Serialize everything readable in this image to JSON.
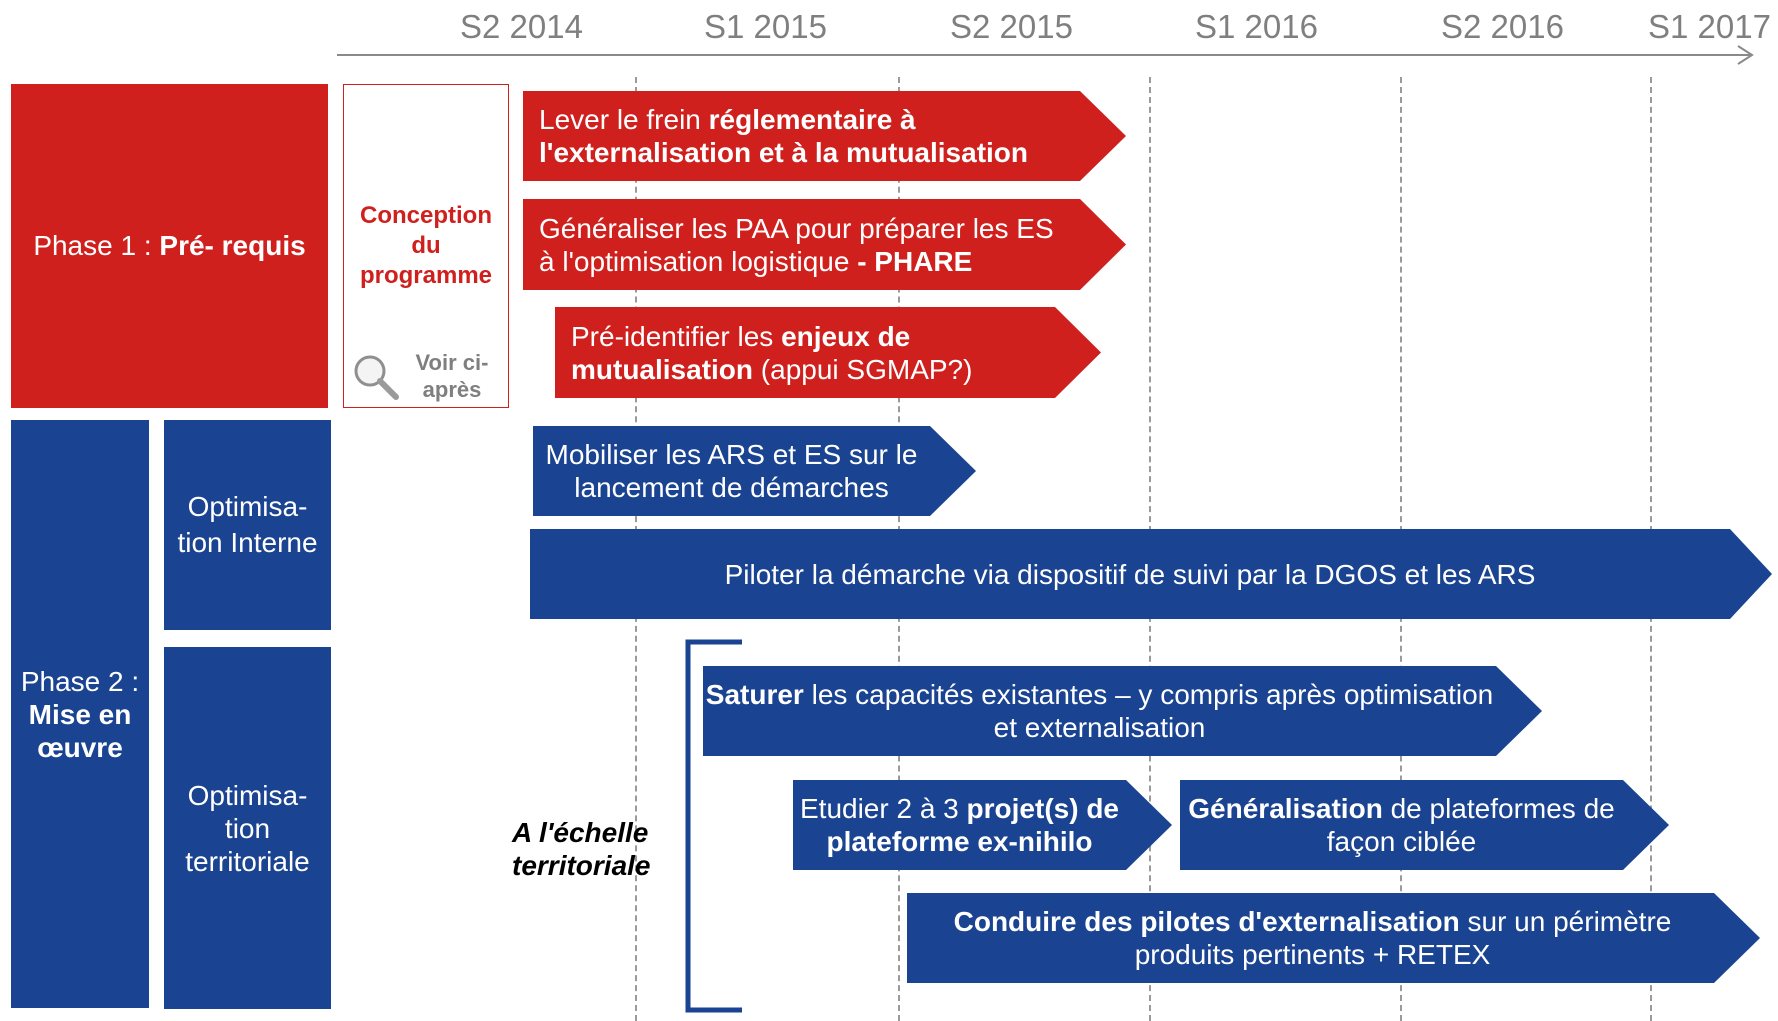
{
  "timeline": {
    "ticks": [
      "S2 2014",
      "S1 2015",
      "S2 2015",
      "S1 2016",
      "S2 2016",
      "S1 2017"
    ]
  },
  "phase1": {
    "prefix": "Phase 1 : ",
    "bold": "Pré- requis"
  },
  "conception": {
    "title": "Conception du programme",
    "link": "Voir ci-après",
    "icon": "magnifier-icon"
  },
  "phase2": {
    "prefix": "Phase 2 : ",
    "bold": "Mise en œuvre",
    "internal": "Optimisa-tion Interne",
    "territorial": "Optimisa-tion territoriale"
  },
  "territorial_note": "A l'échelle territoriale",
  "actions": {
    "a1": {
      "t1": "Lever le frein ",
      "b1": "réglementaire à l'externalisation et à la mutualisation"
    },
    "a2": {
      "t1": "Généraliser les PAA pour préparer les ES à l'optimisation logistique ",
      "b1": "- PHARE"
    },
    "a3": {
      "t1": "Pré-identifier les ",
      "b1": "enjeux de mutualisation",
      "t2": " (appui SGMAP?)"
    },
    "a4": {
      "t1": "Mobiliser les ARS et ES sur le lancement de démarches"
    },
    "a5": {
      "t1": "Piloter la démarche via dispositif de suivi par la DGOS et les ARS"
    },
    "a6": {
      "b1": "Saturer",
      "t1": " les capacités existantes – y compris après optimisation et externalisation"
    },
    "a7": {
      "t1": "Etudier 2 à 3 ",
      "b1": "projet(s) de plateforme ex-nihilo"
    },
    "a8": {
      "b1": "Généralisation",
      "t1": " de plateformes de façon ciblée"
    },
    "a9": {
      "b1": "Conduire des pilotes d'externalisation",
      "t1": " sur un périmètre produits pertinents + RETEX"
    }
  },
  "colors": {
    "red": "#d0201e",
    "blue": "#1a4391",
    "grey": "#7f7f7f"
  }
}
